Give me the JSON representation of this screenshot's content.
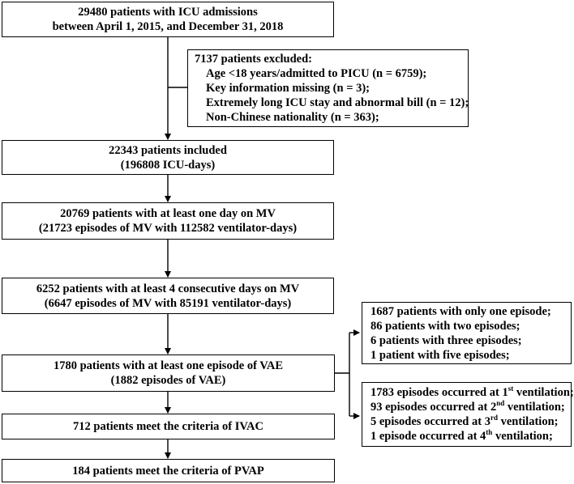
{
  "boxes": {
    "admissions": {
      "line1": "29480 patients with ICU admissions",
      "line2": "between April 1, 2015, and December 31, 2018"
    },
    "excluded": {
      "title": "7137 patients excluded:",
      "items": [
        "Age <18 years/admitted to PICU (n = 6759);",
        "Key information missing (n = 3);",
        "Extremely long ICU stay and abnormal bill (n = 12);",
        "Non-Chinese nationality (n = 363);"
      ]
    },
    "included": {
      "line1": "22343 patients included",
      "line2": "(196808 ICU-days)"
    },
    "mv": {
      "line1": "20769 patients with at least one day on MV",
      "line2": "(21723 episodes of MV with 112582 ventilator-days)"
    },
    "mv4": {
      "line1": "6252 patients with at least 4 consecutive days on MV",
      "line2": "(6647 episodes of MV with 85191 ventilator-days)"
    },
    "vae": {
      "line1": "1780 patients with at least one episode of VAE",
      "line2": "(1882 episodes of VAE)"
    },
    "ivac": {
      "line1": "712 patients meet the criteria of IVAC"
    },
    "pvap": {
      "line1": "184 patients meet the criteria of PVAP"
    },
    "episodes_per_patient": {
      "items": [
        "1687 patients with only one episode;",
        "86 patients with two episodes;",
        "6 patients with three episodes;",
        "1 patient with five episodes;"
      ]
    },
    "episodes_by_ventilation": {
      "items": [
        {
          "pre": "1783  episodes occurred at 1",
          "sup": "st",
          "post": " ventilation;"
        },
        {
          "pre": "93 episodes occurred at 2",
          "sup": "nd",
          "post": "  ventilation;"
        },
        {
          "pre": "5 episodes occurred at 3",
          "sup": "rd",
          "post": "  ventilation;"
        },
        {
          "pre": "1 episode occurred at 4",
          "sup": "th",
          "post": " ventilation;"
        }
      ]
    }
  }
}
